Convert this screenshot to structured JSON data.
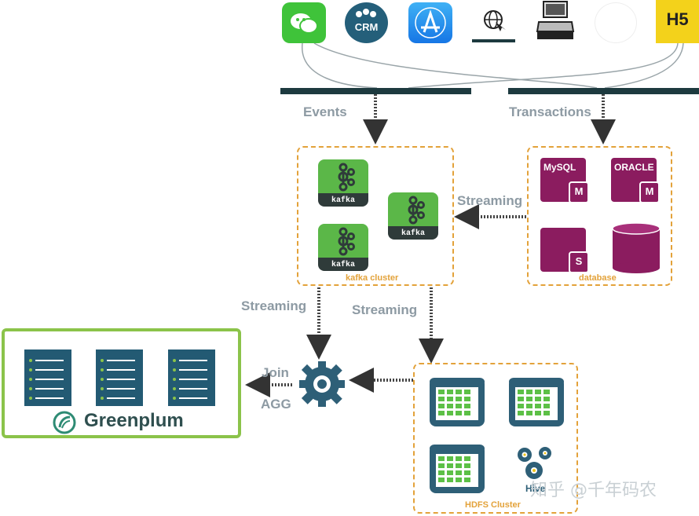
{
  "labels": {
    "events": "Events",
    "transactions": "Transactions",
    "streaming_db": "Streaming",
    "streaming_left": "Streaming",
    "streaming_right": "Streaming",
    "join": "Join",
    "agg": "AGG"
  },
  "kafka": {
    "caption": "kafka cluster",
    "icon_label": "kafka"
  },
  "database": {
    "caption": "database",
    "mysql": "MySQL",
    "oracle": "ORACLE",
    "m": "M",
    "s": "S"
  },
  "hdfs": {
    "caption": "HDFS Cluster",
    "hive": "Hive"
  },
  "greenplum": {
    "title": "Greenplum"
  },
  "sources": {
    "crm": "CRM",
    "h5": "H5"
  },
  "watermark": "知乎 @千年码农",
  "colors": {
    "accent_dash": "#e3a23a",
    "greenplum_border": "#8bc34a",
    "db_purple": "#8b1c5f",
    "kafka_green": "#5bb748",
    "label_grey": "#8d9aa3"
  }
}
